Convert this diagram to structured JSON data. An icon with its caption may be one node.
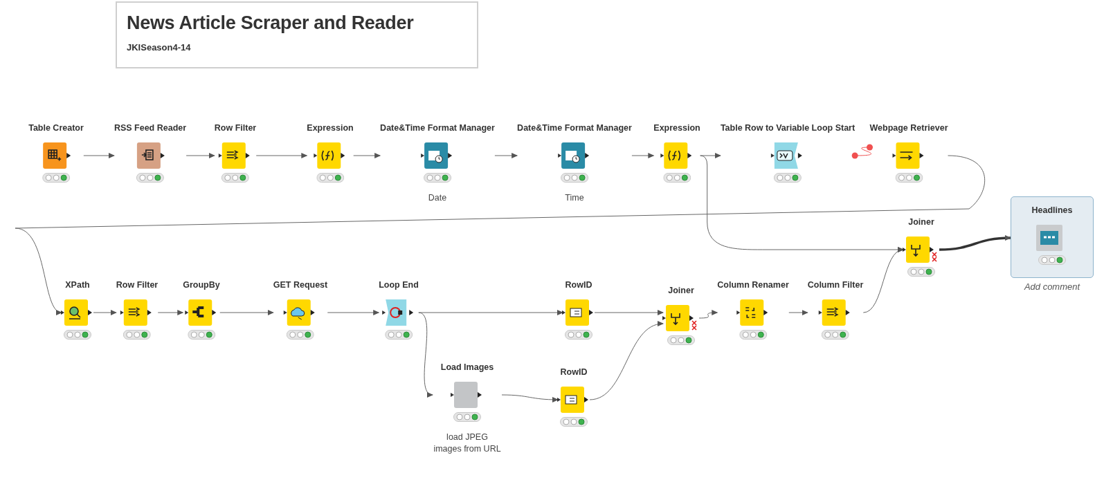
{
  "diagram": {
    "title": "News Article Scraper and Reader",
    "nodes": [
      {
        "text": [
          "Table Creator"
        ]
      },
      {
        "text": [
          "RSS Feed Reader"
        ]
      },
      {
        "text": [
          "Row Filter"
        ]
      },
      {
        "text": [
          "Expression"
        ]
      },
      {
        "text": [
          "Date&Time Format Manager"
        ],
        "beside": [
          "Date"
        ]
      },
      {
        "text": [
          "Date&Time Format Manager"
        ],
        "beside": [
          "Time"
        ]
      },
      {
        "text": [
          "Expression"
        ]
      },
      {
        "text": [
          "Table Row to Variable Loop Start"
        ]
      },
      {
        "text": [
          "Webpage Retriever"
        ]
      },
      {
        "text": [
          "XPath"
        ]
      },
      {
        "text": [
          "Row Filter"
        ]
      },
      {
        "text": [
          "GroupBy"
        ]
      },
      {
        "text": [
          "GET Request"
        ]
      },
      {
        "text": [
          "Loop End"
        ]
      },
      {
        "text": [
          "RowID"
        ]
      },
      {
        "text": [
          "Joiner"
        ]
      },
      {
        "text": [
          "Column Renamer"
        ]
      },
      {
        "text": [
          "Column Filter"
        ]
      },
      {
        "text": [
          "Joiner"
        ]
      },
      {
        "text": [
          "Load Images"
        ],
        "beside": [
          "load JPEG images from URL"
        ]
      },
      {
        "text": [
          "RowID"
        ]
      },
      {
        "text": [
          "Headlines"
        ],
        "beside": [
          "Add comment"
        ]
      }
    ],
    "edges": [
      {
        "from": 0,
        "to": 1,
        "arrow": "to"
      },
      {
        "from": 1,
        "to": 2,
        "arrow": "to"
      },
      {
        "from": 2,
        "to": 3,
        "arrow": "to"
      },
      {
        "from": 3,
        "to": 4,
        "arrow": "to"
      },
      {
        "from": 4,
        "to": 5,
        "arrow": "to"
      },
      {
        "from": 5,
        "to": 6,
        "arrow": "to"
      },
      {
        "from": 6,
        "to": 7,
        "arrow": "to"
      },
      {
        "from": 7,
        "to": 8,
        "arrow": "other",
        "color": "#f05050"
      },
      {
        "from": 8,
        "to": 9,
        "arrow": "to"
      },
      {
        "from": 6,
        "to": 18,
        "arrow": "to"
      },
      {
        "from": 9,
        "to": 10,
        "arrow": "to"
      },
      {
        "from": 10,
        "to": 11,
        "arrow": "to"
      },
      {
        "from": 11,
        "to": 12,
        "arrow": "to"
      },
      {
        "from": 12,
        "to": 13,
        "arrow": "to"
      },
      {
        "from": 13,
        "to": 14,
        "arrow": "to"
      },
      {
        "from": 13,
        "to": 19,
        "arrow": "to"
      },
      {
        "from": 19,
        "to": 20,
        "arrow": "to"
      },
      {
        "from": 14,
        "to": 15,
        "arrow": "to"
      },
      {
        "from": 20,
        "to": 15,
        "arrow": "to"
      },
      {
        "from": 15,
        "to": 16,
        "arrow": "to"
      },
      {
        "from": 16,
        "to": 17,
        "arrow": "to"
      },
      {
        "from": 17,
        "to": 18,
        "arrow": "to"
      },
      {
        "from": 18,
        "to": 21,
        "arrow": "to",
        "style": "thick"
      }
    ],
    "labels": [
      "JKISeason4-14"
    ]
  }
}
